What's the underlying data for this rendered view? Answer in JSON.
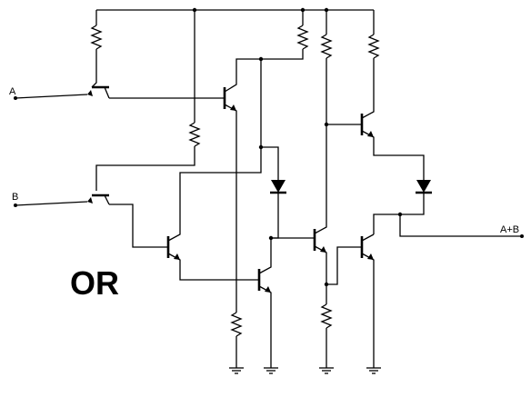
{
  "title": "OR",
  "inputs": {
    "a": "A",
    "b": "B"
  },
  "output": "A+B"
}
